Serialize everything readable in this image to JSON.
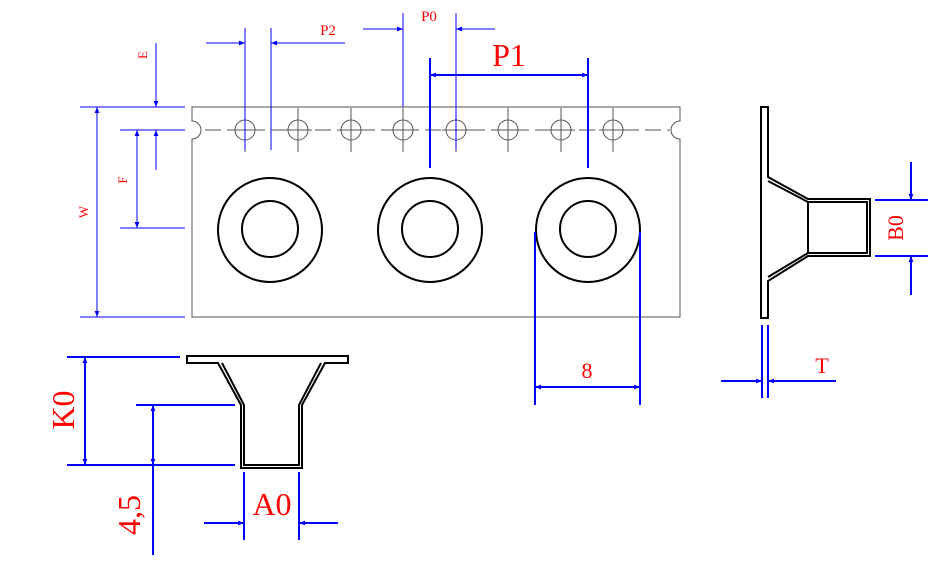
{
  "labels": {
    "w": "W",
    "e": "E",
    "f": "F",
    "p2": "P2",
    "p0": "P0",
    "p1": "P1",
    "eight": "8",
    "k0": "K0",
    "four_five": "4,5",
    "a0": "A0",
    "b0": "B0",
    "t": "T"
  },
  "colors": {
    "dimension_line": "#0000ff",
    "label": "#ff0000",
    "outline": "#000000"
  }
}
